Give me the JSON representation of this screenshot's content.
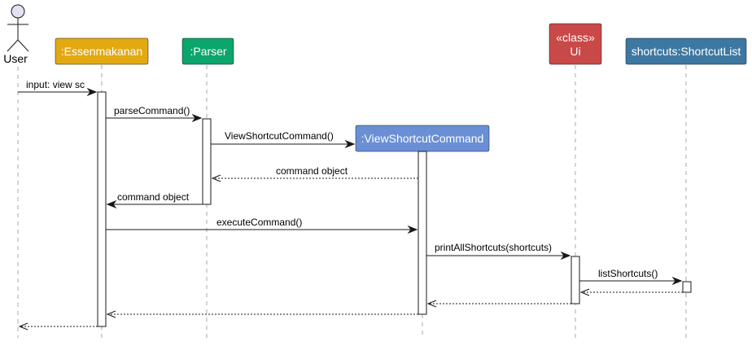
{
  "participants": {
    "user": {
      "label": "User"
    },
    "essen": {
      "label": ":Essenmakanan",
      "color": "#E2A911",
      "text_color": "#FFFFFF"
    },
    "parser": {
      "label": ":Parser",
      "color": "#0CA66C",
      "text_color": "#FFFFFF"
    },
    "vsc": {
      "label": ":ViewShortcutCommand",
      "color": "#6A8FD4",
      "text_color": "#FFFFFF"
    },
    "ui": {
      "stereotype": "«class»",
      "label": "Ui",
      "color": "#C94949",
      "text_color": "#FFFFFF"
    },
    "shortcuts": {
      "label": "shortcuts:ShortcutList",
      "color": "#3D78A2",
      "text_color": "#FFFFFF"
    }
  },
  "messages": {
    "m1": "input: view sc",
    "m2": "parseCommand()",
    "m3": "ViewShortcutCommand()",
    "m4": "command object",
    "m5": "command object",
    "m6": "executeCommand()",
    "m7": "printAllShortcuts(shortcuts)",
    "m8": "listShortcuts()"
  }
}
